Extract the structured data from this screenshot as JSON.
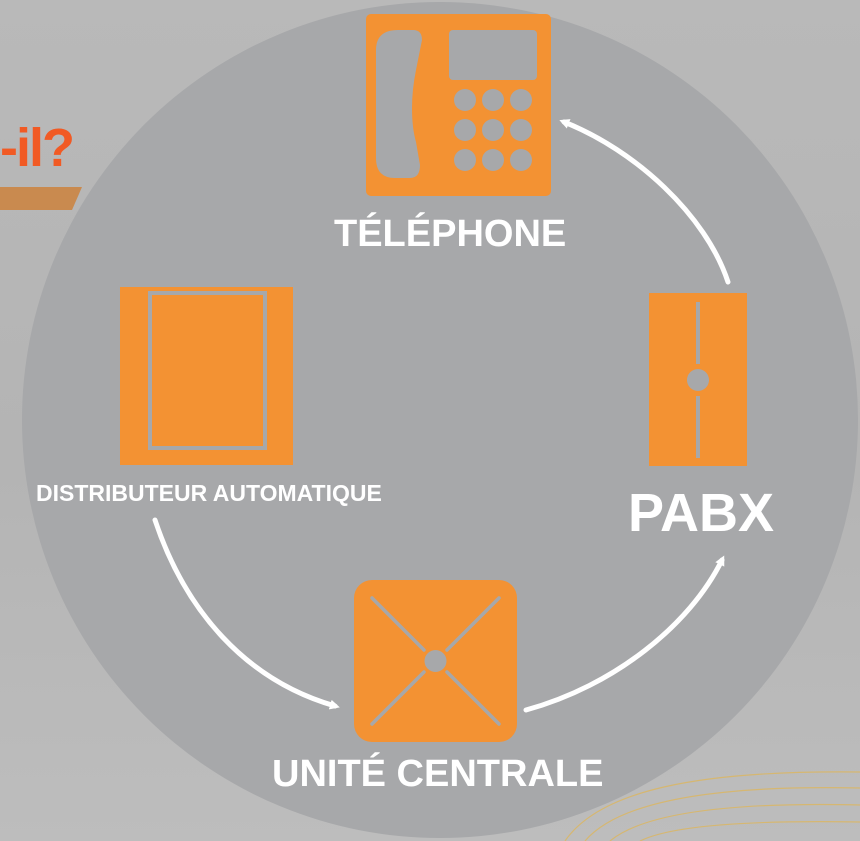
{
  "colors": {
    "background": "#b8b8b8",
    "circle": "#a7a8aa",
    "accent_orange": "#f39233",
    "title_orange": "#f15a24",
    "band_orange": "#c98a4f",
    "icon_gray": "#a7a8aa",
    "arrow_white": "#ffffff",
    "deco_lines": "#d9b769"
  },
  "header": {
    "partial_title": "-il?"
  },
  "nodes": {
    "telephone": {
      "label": "TÉLÉPHONE",
      "icon": "desk-telephone-icon"
    },
    "pabx": {
      "label": "PABX",
      "icon": "pabx-cabinet-icon"
    },
    "unite_centrale": {
      "label": "UNITÉ CENTRALE",
      "icon": "central-unit-icon"
    },
    "distributeur": {
      "label": "DISTRIBUTEUR AUTOMATIQUE",
      "icon": "vending-machine-icon"
    }
  },
  "arrows": [
    {
      "from": "PABX",
      "to": "TÉLÉPHONE"
    },
    {
      "from": "DISTRIBUTEUR AUTOMATIQUE",
      "to": "UNITÉ CENTRALE"
    },
    {
      "from": "UNITÉ CENTRALE",
      "to": "PABX"
    }
  ]
}
